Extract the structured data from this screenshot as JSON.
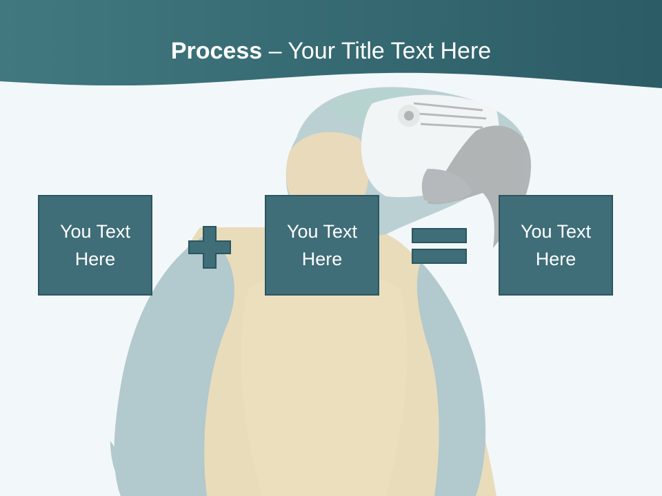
{
  "slide": {
    "title_bold": "Process",
    "title_rest": " – Your Title Text Here",
    "boxes": [
      {
        "text": "You Text Here"
      },
      {
        "text": "You Text Here"
      },
      {
        "text": "You Text Here"
      }
    ],
    "operators": [
      "plus-icon",
      "equals-icon"
    ],
    "background_image": "parrot-photo",
    "colors": {
      "header_band": "#3a6d76",
      "box_fill": "#3f6d78",
      "box_border": "#2b5560",
      "background": "#f2f7f9",
      "text": "#ffffff"
    }
  }
}
